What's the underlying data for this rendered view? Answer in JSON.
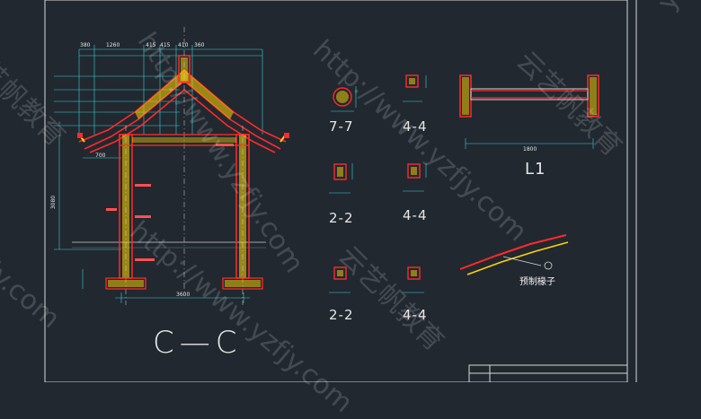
{
  "labels": {
    "section_cc": "C—C",
    "detail_77": "7-7",
    "detail_44_a": "4-4",
    "detail_44_b": "4-4",
    "detail_44_c": "4-4",
    "detail_22_a": "2-2",
    "detail_22_b": "2-2",
    "beam_l1": "L1",
    "rafter_caption": "预制椽子",
    "dim_span": "3600",
    "dim_height": "3080",
    "dim_beam": "1800",
    "dim_top": [
      "380",
      "1260",
      "415",
      "415",
      "410",
      "360"
    ],
    "dim_eave": "700"
  },
  "watermarks": {
    "url": "http://www.yzfjy.com",
    "brand": "云艺帆教育",
    "edge_top": "yzfjy",
    "edge_left": "jy.com",
    "edge_left_cn": "艺帆教育"
  },
  "colors": {
    "background": "#212830",
    "line": "#d9d9d9",
    "structure": "#ff2a2a",
    "fill": "#ffd400",
    "dimension": "#3ad2d6",
    "ground": "#9ea6ae"
  }
}
